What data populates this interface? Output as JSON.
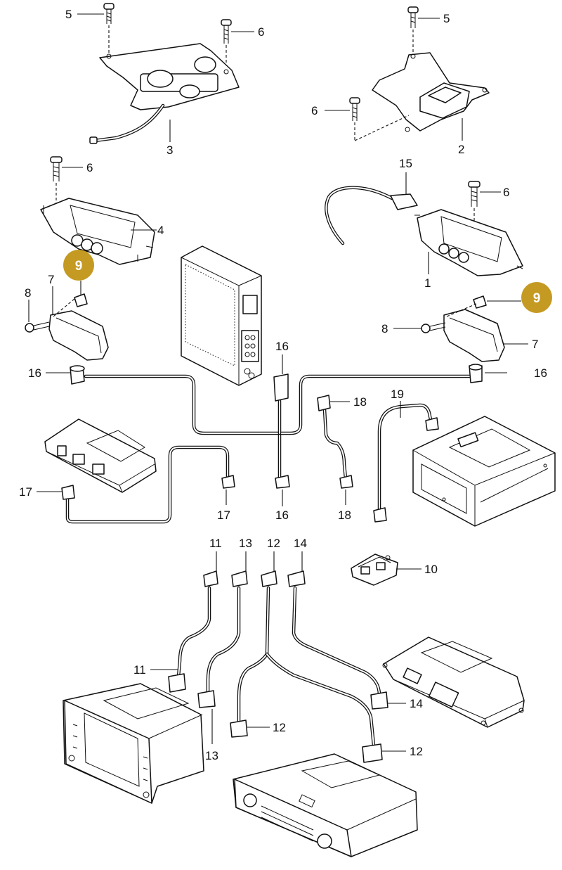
{
  "diagram": {
    "callouts": {
      "c5a": "5",
      "c6a": "6",
      "c3": "3",
      "c5b": "5",
      "c6b": "6",
      "c2": "2",
      "c6c": "6",
      "c4": "4",
      "c9a": "9",
      "c7a": "7",
      "c8a": "8",
      "c16a": "16",
      "c15": "15",
      "c6d": "6",
      "c1": "1",
      "c9b": "9",
      "c8b": "8",
      "c7b": "7",
      "c16b": "16",
      "c16c": "16",
      "c18a": "18",
      "c19": "19",
      "c17a": "17",
      "c17b": "17",
      "c16d": "16",
      "c18b": "18",
      "c11a": "11",
      "c13a": "13",
      "c12a": "12",
      "c14a": "14",
      "c10": "10",
      "c11b": "11",
      "c13b": "13",
      "c12b": "12",
      "c14b": "14",
      "c12c": "12"
    },
    "highlight_color": "#c59a22"
  }
}
